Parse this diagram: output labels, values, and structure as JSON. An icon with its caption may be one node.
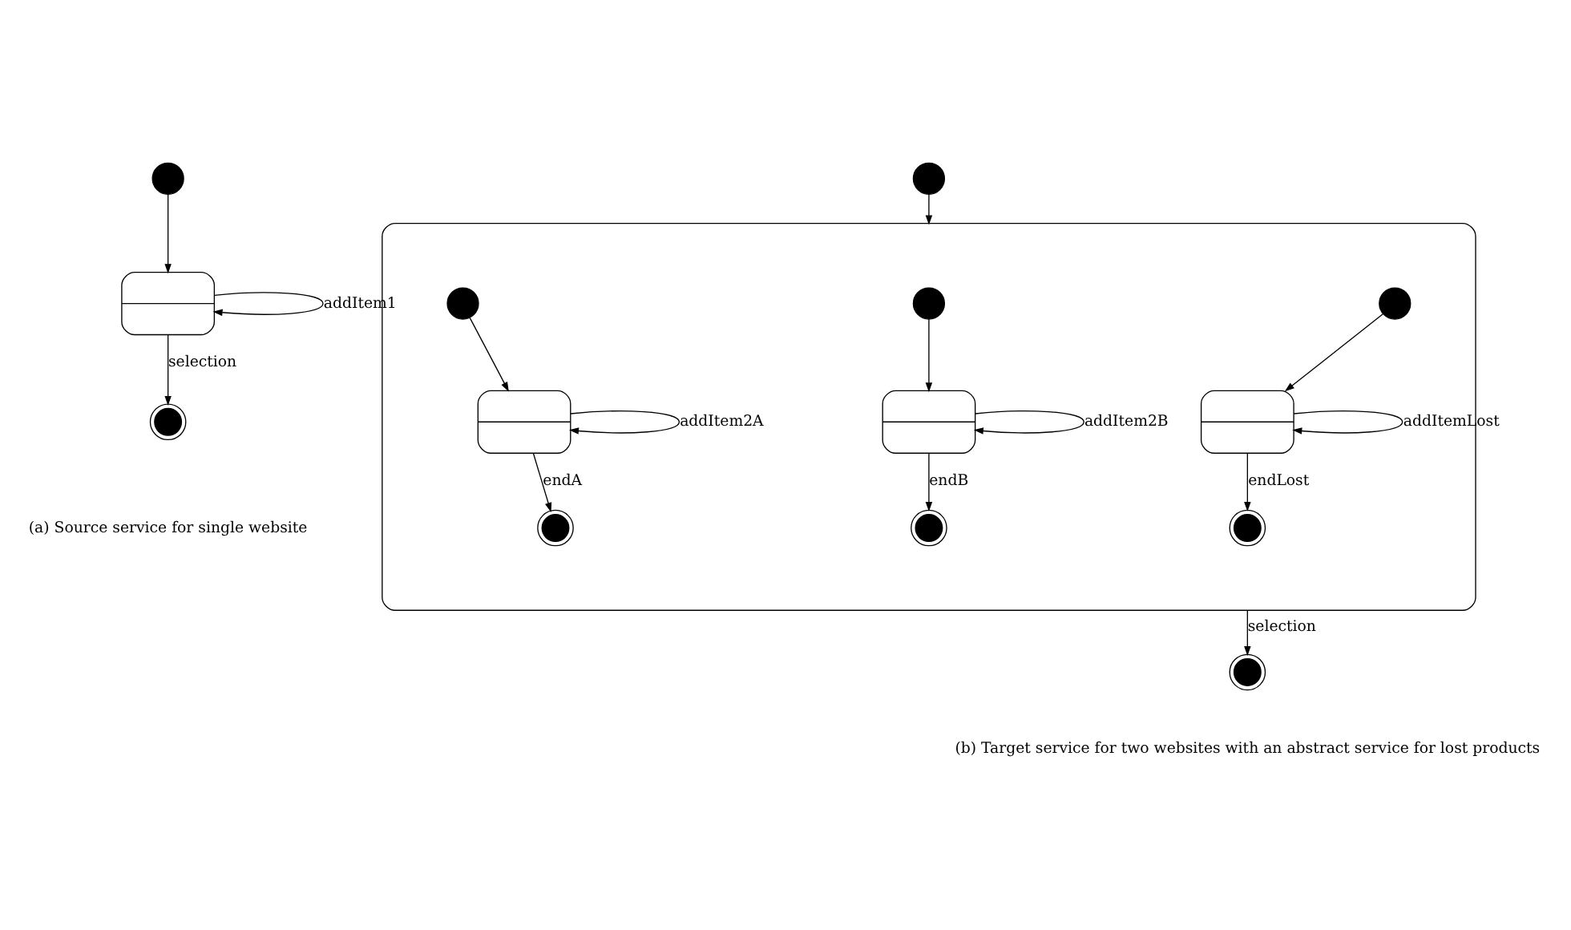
{
  "diagram": {
    "nodes": [
      {
        "text": [],
        "shape": "circle"
      },
      {
        "text": [],
        "shape": "box"
      },
      {
        "text": [],
        "shape": "circle"
      },
      {
        "text": [],
        "shape": "circle"
      },
      {
        "text": [],
        "shape": "box"
      },
      {
        "text": [],
        "shape": "circle",
        "in": 4
      },
      {
        "text": [],
        "shape": "box",
        "in": 4
      },
      {
        "text": [],
        "shape": "circle",
        "in": 4
      },
      {
        "text": [],
        "shape": "circle",
        "in": 4
      },
      {
        "text": [],
        "shape": "box",
        "in": 4
      },
      {
        "text": [],
        "shape": "circle",
        "in": 4
      },
      {
        "text": [],
        "shape": "circle",
        "in": 4
      },
      {
        "text": [],
        "shape": "box",
        "in": 4
      },
      {
        "text": [],
        "shape": "circle",
        "in": 4
      },
      {
        "text": [],
        "shape": "circle"
      }
    ],
    "edges": [
      {
        "from": 0,
        "to": 1,
        "arrow": "to"
      },
      {
        "from": 1,
        "to": 1,
        "label": "addItem1",
        "arrow": "to"
      },
      {
        "from": 1,
        "to": 2,
        "label": "selection",
        "arrow": "to"
      },
      {
        "from": 3,
        "to": 4,
        "arrow": "to"
      },
      {
        "from": 5,
        "to": 6,
        "arrow": "to"
      },
      {
        "from": 6,
        "to": 6,
        "label": "addItem2A",
        "arrow": "to"
      },
      {
        "from": 6,
        "to": 7,
        "label": "endA",
        "arrow": "to"
      },
      {
        "from": 8,
        "to": 9,
        "arrow": "to"
      },
      {
        "from": 9,
        "to": 9,
        "label": "addItem2B",
        "arrow": "to"
      },
      {
        "from": 9,
        "to": 10,
        "label": "endB",
        "arrow": "to"
      },
      {
        "from": 11,
        "to": 12,
        "arrow": "to"
      },
      {
        "from": 12,
        "to": 12,
        "label": "addItemLost",
        "arrow": "to"
      },
      {
        "from": 12,
        "to": 13,
        "label": "endLost",
        "arrow": "to"
      },
      {
        "from": 4,
        "to": 14,
        "label": "selection",
        "arrow": "to"
      }
    ],
    "labels": [
      "(a) Source service for single website",
      "(b) Target service for two websites with an abstract service for lost products"
    ]
  }
}
